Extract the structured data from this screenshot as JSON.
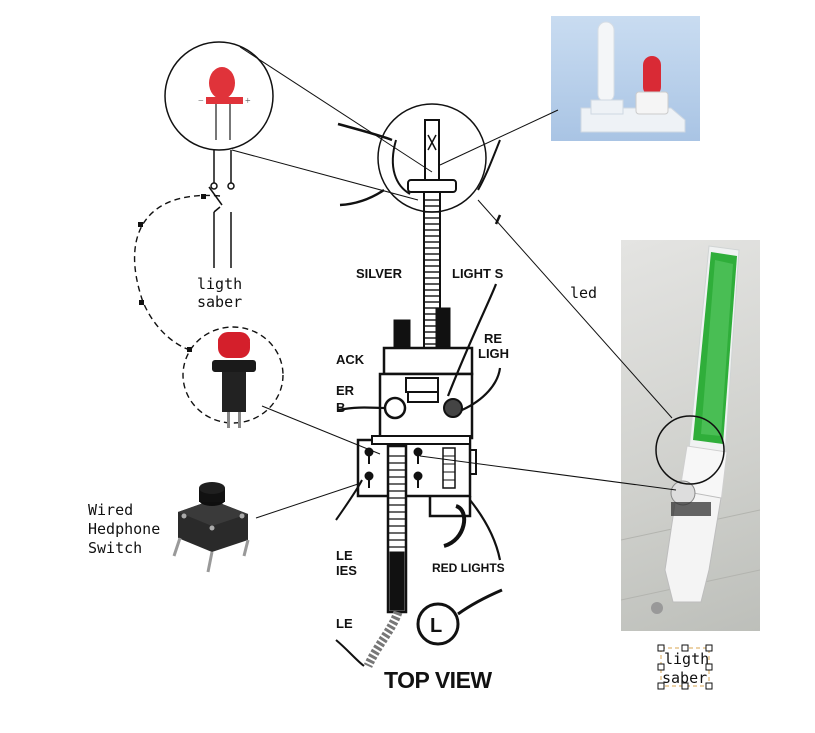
{
  "labels": {
    "led_top_left": "ligth saber",
    "led_line": "led",
    "wired_switch": [
      "Wired",
      "Hedphone",
      "Switch"
    ],
    "photo_caption": [
      "ligth",
      "saber"
    ]
  },
  "schematic_labels": {
    "silver": "SILVER",
    "light_s": "LIGHT S",
    "red_light_top": [
      "RE",
      "LIGH"
    ],
    "black": "ACK",
    "er": "ER",
    "b": "B",
    "le_ies": [
      "LE",
      "IES"
    ],
    "red_lights": "RED LIGHTS",
    "le": "LE",
    "l": "L",
    "top_view": "TOP VIEW"
  },
  "colors": {
    "led_red": "#e0333a",
    "button_red": "#d41f2b",
    "glow_green": "#2fae3a",
    "photo_blue": "#b8d0ea"
  }
}
